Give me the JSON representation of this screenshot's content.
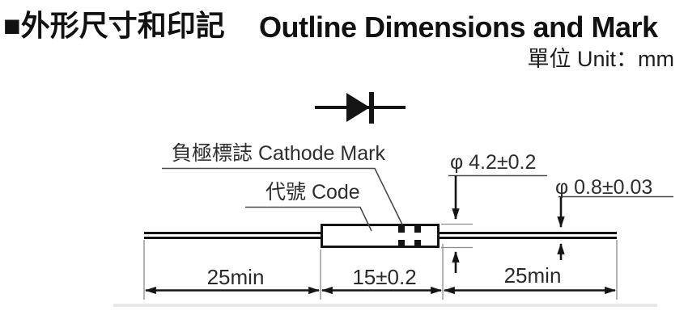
{
  "header": {
    "title_zh": "■外形尺寸和印記",
    "title_en": "Outline Dimensions and Mark",
    "unit_label": "單位 Unit：mm"
  },
  "diagram": {
    "labels": {
      "cathode_mark": "負極標誌 Cathode Mark",
      "code": "代號 Code"
    },
    "dimensions": {
      "body_diameter": "φ 4.2±0.2",
      "lead_diameter": "φ 0.8±0.03",
      "left_lead_length": "25min",
      "body_length": "15±0.2",
      "right_lead_length": "25min"
    },
    "unit": "mm",
    "icons": {
      "diode_symbol": "diode-icon"
    },
    "colors": {
      "line": "#141414",
      "text": "#222222",
      "background": "#ffffff"
    }
  }
}
